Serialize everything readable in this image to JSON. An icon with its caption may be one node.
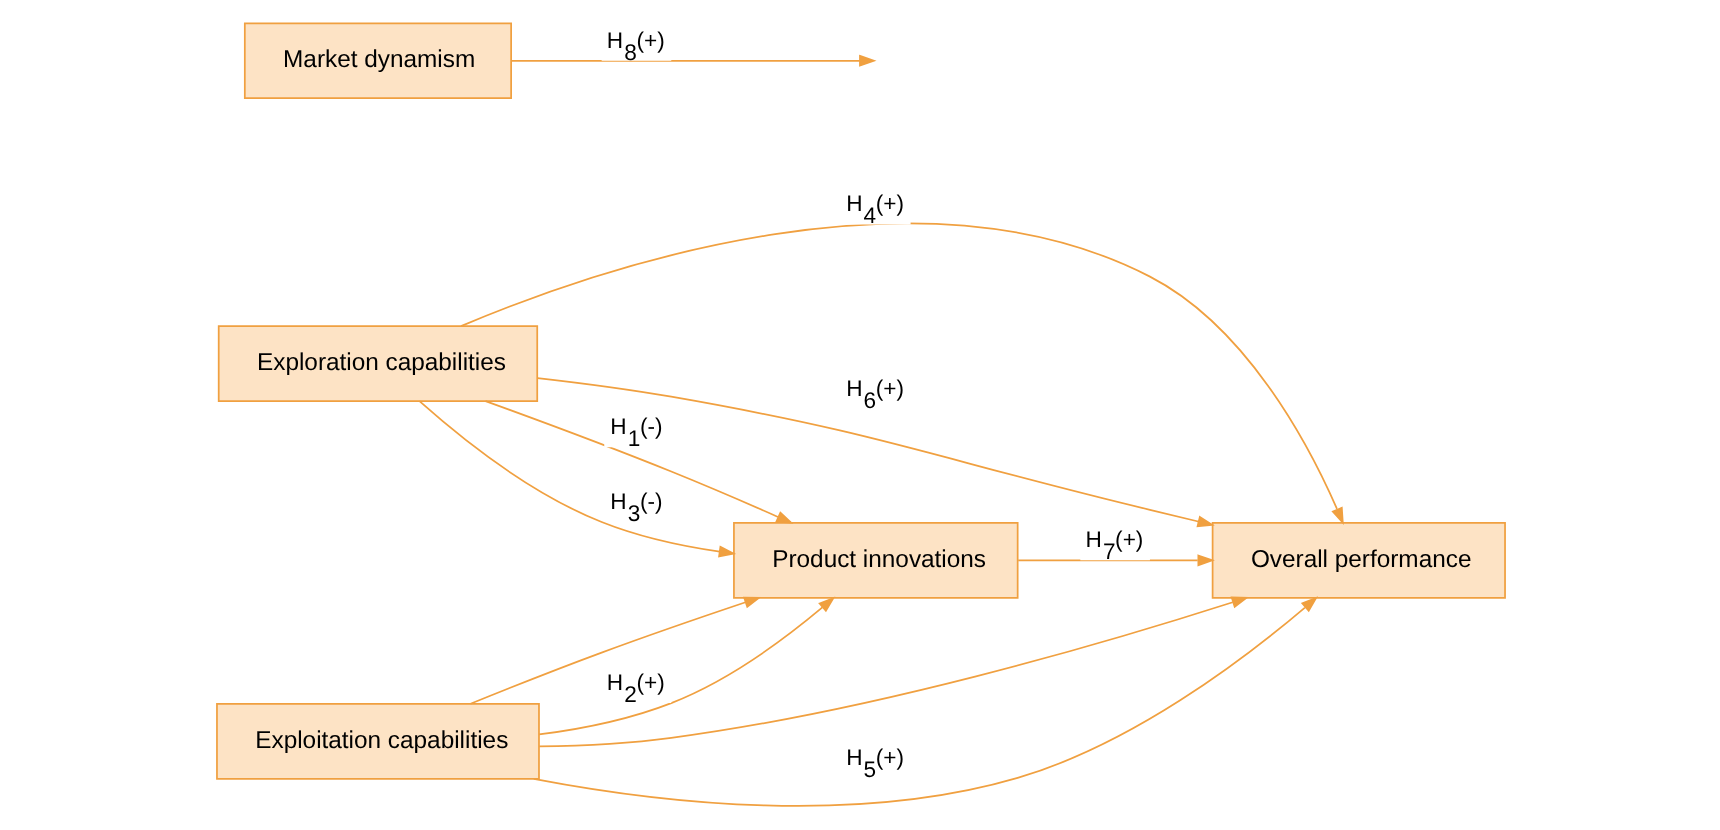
{
  "diagram": {
    "nodes": [
      {
        "text": [
          "Exploration capabilities"
        ]
      },
      {
        "text": [
          "Product innovations"
        ]
      },
      {
        "text": [
          "Overall performance"
        ]
      },
      {
        "text": [
          "Market dynamism"
        ]
      },
      {
        "text": [
          "Exploitation capabilities"
        ]
      }
    ],
    "edges": [
      {
        "from": 0,
        "to": 2,
        "arrow": "to",
        "label": "H$_{4}$(+)"
      },
      {
        "from": 0,
        "to": 1,
        "arrow": "to",
        "label": "H$_{1}$(-)"
      },
      {
        "from": 0,
        "to": 1,
        "arrow": "to",
        "label": "H$_{3}$(-)"
      },
      {
        "from": 4,
        "to": 1,
        "arrow": "to"
      },
      {
        "from": 0,
        "to": 2,
        "arrow": "to",
        "label": "H$_{6}$(+)"
      },
      {
        "from": 4,
        "to": 2,
        "arrow": "to"
      },
      {
        "from": 1,
        "to": 2,
        "arrow": "to",
        "label": "H$_{7}$(+)"
      },
      {
        "from": 3,
        "to": null,
        "arrow": "to",
        "label": "H$_{8}$(+)"
      },
      {
        "from": 4,
        "to": 1,
        "arrow": "to",
        "label": "H$_{2}$(+)"
      },
      {
        "from": 4,
        "to": 2,
        "arrow": "to",
        "label": "H$_{5}$(+)"
      }
    ]
  }
}
